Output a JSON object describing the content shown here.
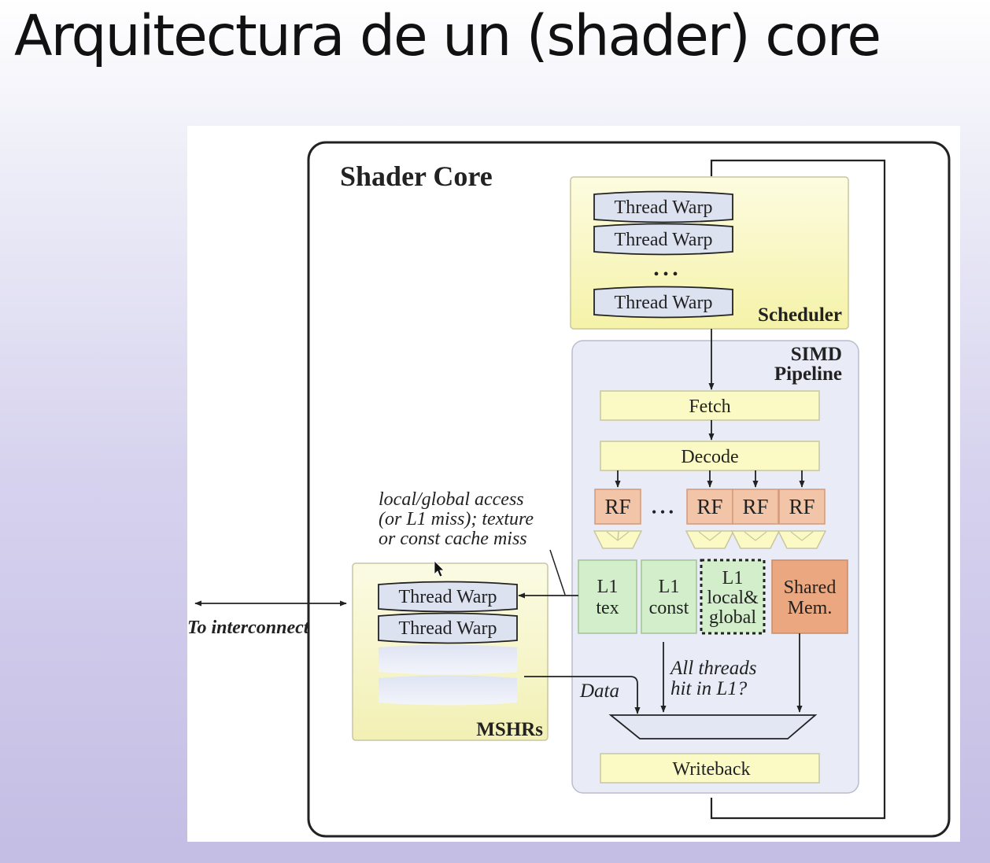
{
  "slide": {
    "title": "Arquitectura de un (shader) core"
  },
  "diagram": {
    "core_title": "Shader Core",
    "scheduler": {
      "label": "Scheduler",
      "warps": [
        "Thread Warp",
        "Thread Warp",
        "Thread Warp"
      ],
      "ellipsis": "• • •"
    },
    "pipeline": {
      "label_line1": "SIMD",
      "label_line2": "Pipeline",
      "fetch": "Fetch",
      "decode": "Decode",
      "rf_labels": [
        "RF",
        "RF",
        "RF",
        "RF"
      ],
      "rf_ellipsis": "• • •",
      "l1_tex": [
        "L1",
        "tex"
      ],
      "l1_const": [
        "L1",
        "const"
      ],
      "l1_local_global": [
        "L1",
        "local&",
        "global"
      ],
      "shared_mem": [
        "Shared",
        "Mem."
      ],
      "all_threads_hit": [
        "All threads",
        "hit in L1?"
      ],
      "writeback": "Writeback"
    },
    "mshrs": {
      "label": "MSHRs",
      "warps": [
        "Thread Warp",
        "Thread Warp"
      ]
    },
    "miss_note": [
      "local/global access",
      "(or L1 miss); texture",
      "or const cache miss"
    ],
    "data_label": "Data",
    "interconnect_label": "To interconnect",
    "colors": {
      "scheduler_fill": "#fbf8c8",
      "pipeline_fill": "#e9ecf7",
      "stage_fill": "#fbfac4",
      "rf_fill": "#f2c5a8",
      "l1_fill": "#d3eecb",
      "shared_fill": "#eba880",
      "warp_fill": "#dde2f1",
      "mshr_fill": "#f7f6c8"
    }
  }
}
